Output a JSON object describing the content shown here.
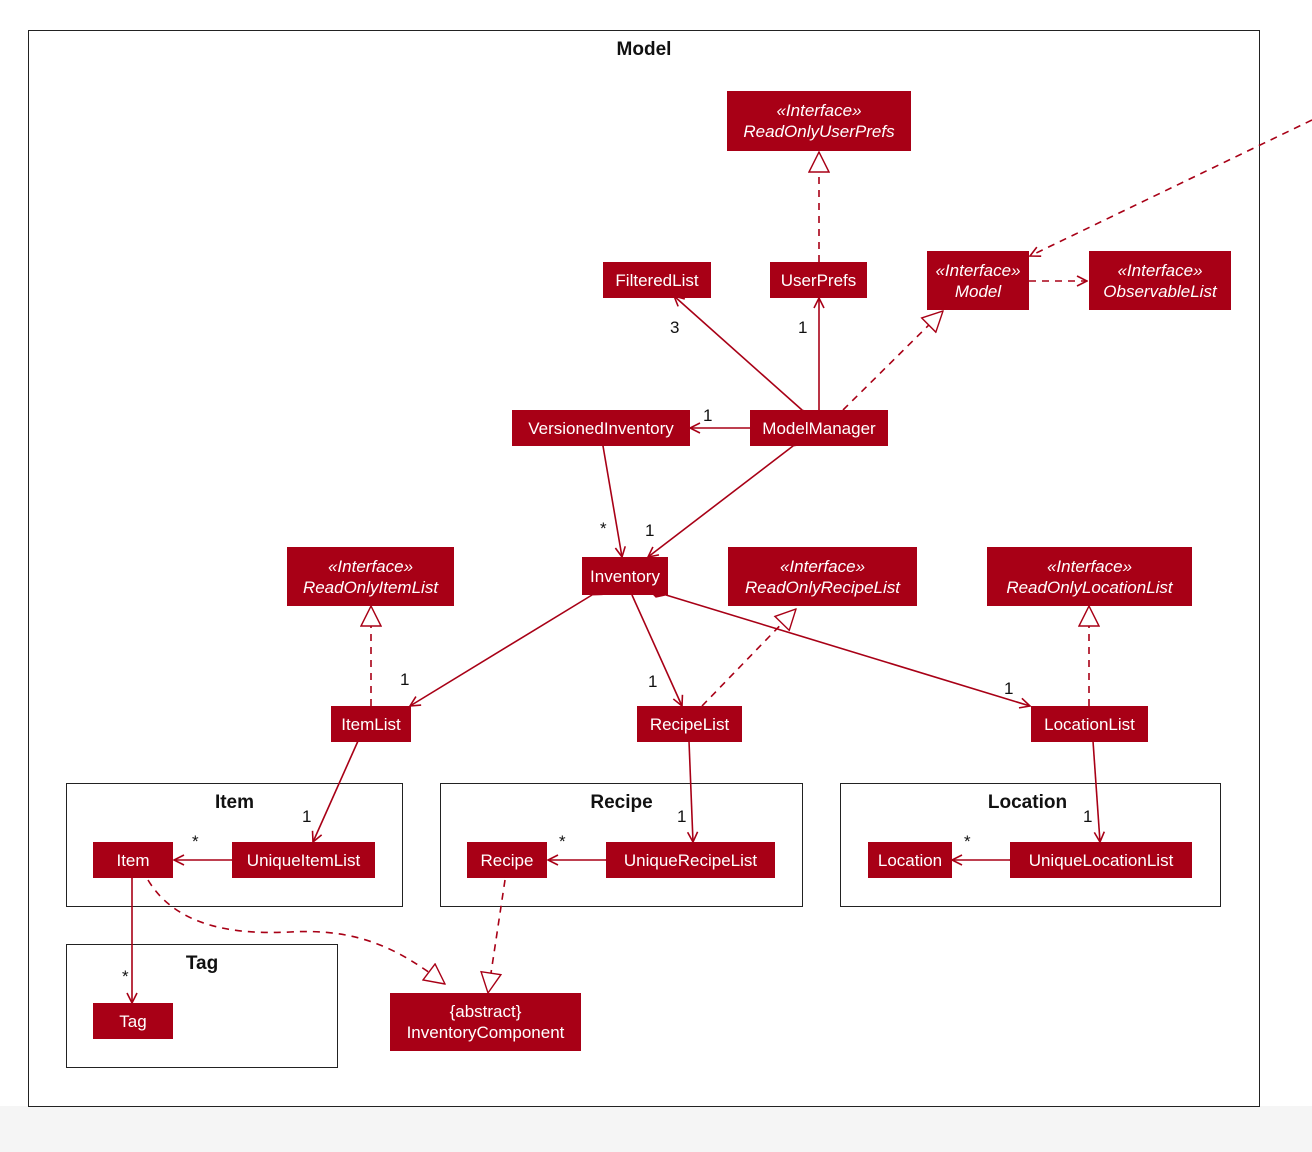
{
  "frames": {
    "model": "Model",
    "item": "Item",
    "recipe": "Recipe",
    "location": "Location",
    "tag": "Tag"
  },
  "classes": {
    "readonly_userprefs": {
      "stereotype": "«Interface»",
      "name": "ReadOnlyUserPrefs"
    },
    "filteredlist": {
      "name": "FilteredList"
    },
    "userprefs": {
      "name": "UserPrefs"
    },
    "model_interface": {
      "stereotype": "«Interface»",
      "name": "Model"
    },
    "observablelist": {
      "stereotype": "«Interface»",
      "name": "ObservableList"
    },
    "versionedinventory": {
      "name": "VersionedInventory"
    },
    "modelmanager": {
      "name": "ModelManager"
    },
    "inventory": {
      "name": "Inventory"
    },
    "readonly_itemlist": {
      "stereotype": "«Interface»",
      "name": "ReadOnlyItemList"
    },
    "readonly_recipelist": {
      "stereotype": "«Interface»",
      "name": "ReadOnlyRecipeList"
    },
    "readonly_locationlist": {
      "stereotype": "«Interface»",
      "name": "ReadOnlyLocationList"
    },
    "itemlist": {
      "name": "ItemList"
    },
    "recipelist": {
      "name": "RecipeList"
    },
    "locationlist": {
      "name": "LocationList"
    },
    "item": {
      "name": "Item"
    },
    "uniqueitemlist": {
      "name": "UniqueItemList"
    },
    "recipe": {
      "name": "Recipe"
    },
    "uniquerecipelist": {
      "name": "UniqueRecipeList"
    },
    "location": {
      "name": "Location"
    },
    "uniquelocationlist": {
      "name": "UniqueLocationList"
    },
    "tag": {
      "name": "Tag"
    },
    "inventorycomponent": {
      "stereotype": "{abstract}",
      "name": "InventoryComponent"
    }
  },
  "multiplicities": {
    "filteredlist": "3",
    "userprefs": "1",
    "versionedinventory": "1",
    "versioned_to_inventory": "*",
    "manager_to_inventory": "1",
    "itemlist": "1",
    "recipelist": "1",
    "locationlist": "1",
    "uniqueitemlist": "1",
    "uniquerecipelist": "1",
    "uniquelocationlist": "1",
    "item": "*",
    "recipe": "*",
    "location": "*",
    "tag": "*"
  },
  "colors": {
    "class_fill": "#a80016",
    "edge": "#a80016",
    "frame": "#222222"
  }
}
